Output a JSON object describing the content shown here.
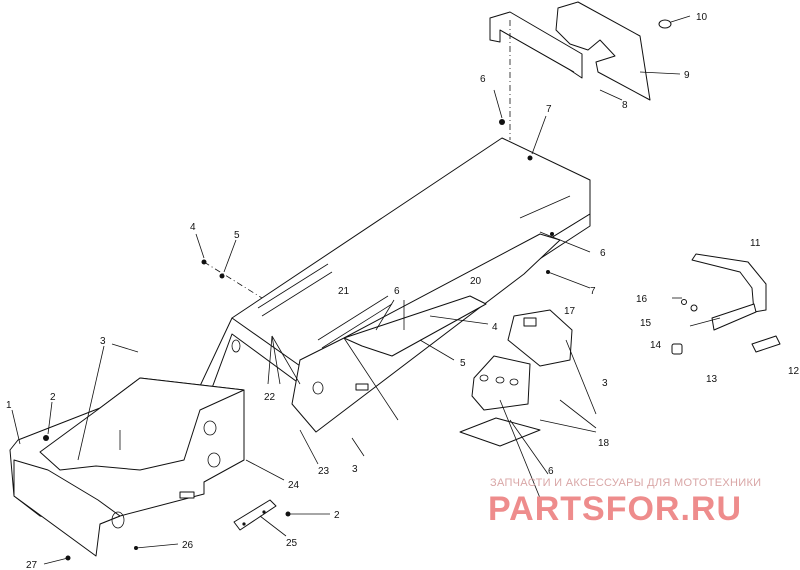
{
  "callouts": {
    "c1": "1",
    "c2a": "2",
    "c2b": "2",
    "c3a": "3",
    "c3b": "3",
    "c3c": "3",
    "c4a": "4",
    "c4b": "4",
    "c5a": "5",
    "c5b": "5",
    "c6a": "6",
    "c6b": "6",
    "c6c": "6",
    "c6d": "6",
    "c7a": "7",
    "c7b": "7",
    "c8": "8",
    "c9": "9",
    "c10": "10",
    "c11": "11",
    "c12": "12",
    "c13": "13",
    "c14": "14",
    "c15": "15",
    "c16": "16",
    "c17": "17",
    "c18": "18",
    "c20": "20",
    "c21": "21",
    "c22": "22",
    "c23": "23",
    "c24": "24",
    "c25": "25",
    "c26": "26",
    "c27": "27"
  },
  "watermark": {
    "tagline": "ЗАПЧАСТИ И АКСЕССУАРЫ ДЛЯ МОТОТЕХНИКИ",
    "brand": "PARTSFOR.RU"
  }
}
